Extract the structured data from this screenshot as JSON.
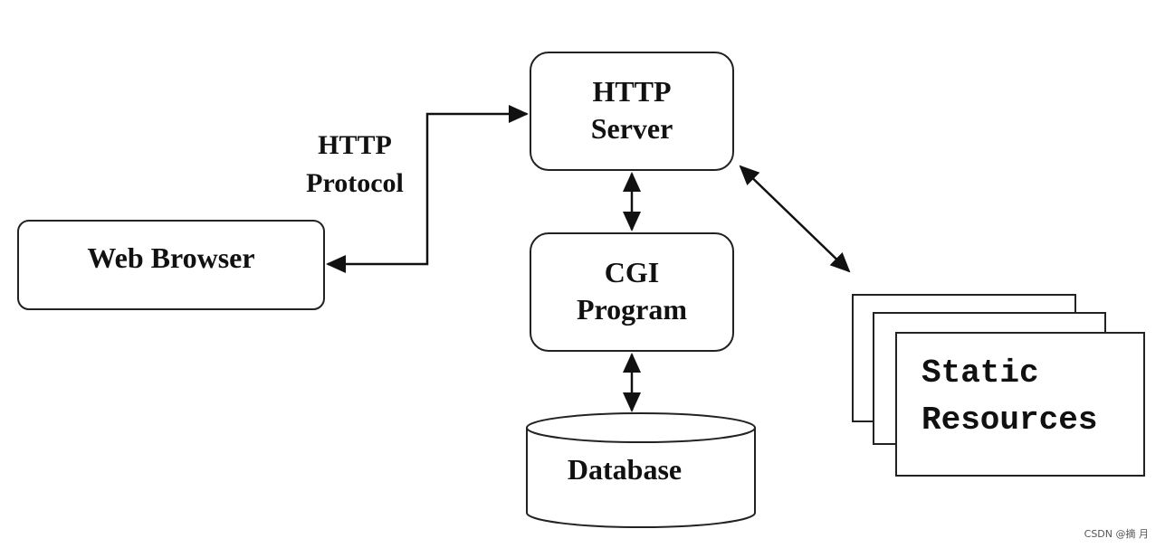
{
  "nodes": {
    "web_browser": {
      "label": "Web Browser"
    },
    "http_server": {
      "line1": "HTTP",
      "line2": "Server"
    },
    "cgi_program": {
      "line1": "CGI",
      "line2": "Program"
    },
    "database": {
      "label": "Database"
    },
    "static_resources": {
      "line1": "Static",
      "line2": "Resources"
    }
  },
  "edges": {
    "protocol_label": {
      "line1": "HTTP",
      "line2": "Protocol"
    }
  },
  "watermark": "CSDN @摘 月",
  "colors": {
    "stroke": "#111111",
    "background": "#ffffff"
  }
}
